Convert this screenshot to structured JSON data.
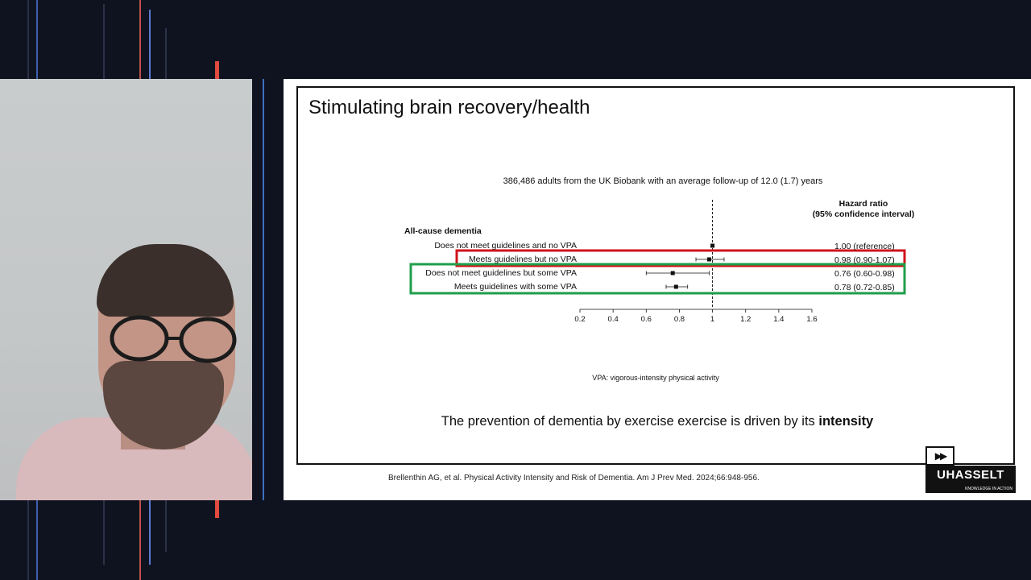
{
  "slide": {
    "title": "Stimulating brain recovery/health",
    "takeaway_prefix": "The prevention of dementia by exercise exercise is driven by its",
    "takeaway_emphasis": "intensity",
    "citation": "Brellenthin AG, et al. Physical Activity Intensity and Risk of Dementia. Am J Prev Med. 2024;66:948-956.",
    "logo": {
      "wordmark": "UHASSELT",
      "tagline": "KNOWLEDGE IN ACTION",
      "play_symbol": "▶▶"
    }
  },
  "chart_data": {
    "type": "forest",
    "title": "386,486 adults from the UK Biobank with an average follow-up of 12.0 (1.7) years",
    "group_label": "All-cause dementia",
    "column_header": [
      "Hazard ratio",
      "(95% confidence interval)"
    ],
    "footnote": "VPA: vigorous-intensity physical activity",
    "reference_line": 1.0,
    "xlim": [
      0.2,
      1.6
    ],
    "ticks": [
      0.2,
      0.4,
      0.6,
      0.8,
      1,
      1.2,
      1.4,
      1.6
    ],
    "tick_labels": [
      "0.2",
      "0.4",
      "0.6",
      "0.8",
      "1",
      "1.2",
      "1.4",
      "1.6"
    ],
    "rows": [
      {
        "label": "Does not meet guidelines and no VPA",
        "hr": 1.0,
        "ci": null,
        "text": "1.00 (reference)",
        "highlight": null
      },
      {
        "label": "Meets guidelines but no VPA",
        "hr": 0.98,
        "ci": [
          0.9,
          1.07
        ],
        "text": "0.98 (0.90-1.07)",
        "highlight": "red"
      },
      {
        "label": "Does not meet guidelines but some VPA",
        "hr": 0.76,
        "ci": [
          0.6,
          0.98
        ],
        "text": "0.76 (0.60-0.98)",
        "highlight": "green"
      },
      {
        "label": "Meets guidelines with some VPA",
        "hr": 0.78,
        "ci": [
          0.72,
          0.85
        ],
        "text": "0.78 (0.72-0.85)",
        "highlight": "green"
      }
    ],
    "highlight_colors": {
      "red": "#d0121b",
      "green": "#1f9e4a"
    }
  }
}
